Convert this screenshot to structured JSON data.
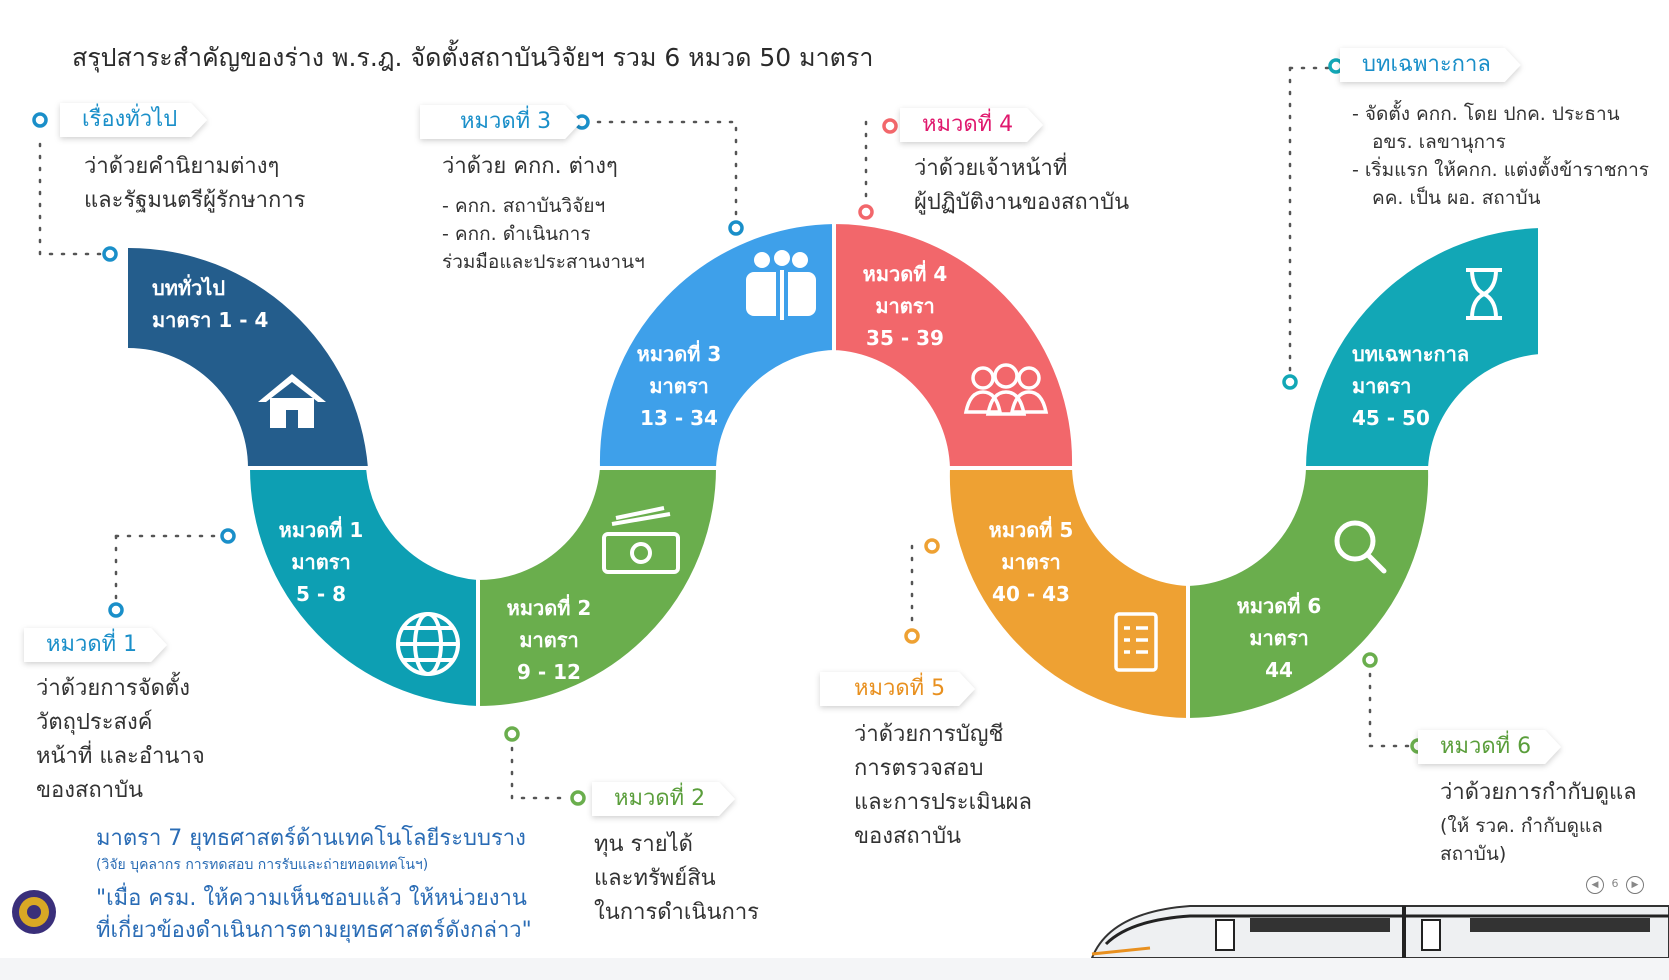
{
  "title": "สรุปสาระสำคัญของร่าง พ.ร.ฎ. จัดตั้งสถาบันวิจัยฯ รวม 6 หมวด 50 มาตรา",
  "colors": {
    "navy": "#245d8c",
    "teal": "#0d9fb3",
    "green": "#6aae4d",
    "blue": "#3ea0ea",
    "red": "#f2676b",
    "orange": "#eea133",
    "cyan": "#12a7b6",
    "tag_blue": "#1a8fc9",
    "tag_pink": "#e0186d",
    "tag_orange": "#e8901f",
    "tag_green": "#5a9e3b"
  },
  "segments": [
    {
      "icon": "house-icon",
      "line1": "บททั่วไป",
      "line2": "มาตรา 1 - 4",
      "line3": ""
    },
    {
      "icon": "globe-icon",
      "line1": "หมวดที่ 1",
      "line2": "มาตรา",
      "line3": "5 - 8"
    },
    {
      "icon": "money-icon",
      "line1": "หมวดที่ 2",
      "line2": "มาตรา",
      "line3": "9 - 12"
    },
    {
      "icon": "people-icon",
      "line1": "หมวดที่ 3",
      "line2": "มาตรา",
      "line3": "13 - 34"
    },
    {
      "icon": "group-icon",
      "line1": "หมวดที่ 4",
      "line2": "มาตรา",
      "line3": "35 - 39"
    },
    {
      "icon": "document-icon",
      "line1": "หมวดที่ 5",
      "line2": "มาตรา",
      "line3": "40 - 43"
    },
    {
      "icon": "search-icon",
      "line1": "หมวดที่ 6",
      "line2": "มาตรา",
      "line3": "44"
    },
    {
      "icon": "hourglass-icon",
      "line1": "บทเฉพาะกาล",
      "line2": "มาตรา",
      "line3": "45 - 50"
    }
  ],
  "callouts": {
    "general": {
      "tag": "เรื่องทั่วไป",
      "lines": [
        "ว่าด้วยคำนิยามต่างๆ",
        "และรัฐมนตรีผู้รักษาการ"
      ]
    },
    "ch1": {
      "tag": "หมวดที่ 1",
      "lines": [
        "ว่าด้วยการจัดตั้ง",
        "วัตถุประสงค์",
        "หน้าที่ และอำนาจ",
        "ของสถาบัน"
      ]
    },
    "ch2": {
      "tag": "หมวดที่ 2",
      "lines": [
        "ทุน รายได้",
        "และทรัพย์สิน",
        "ในการดำเนินการ"
      ]
    },
    "ch3": {
      "tag": "หมวดที่ 3",
      "head": "ว่าด้วย คกก. ต่างๆ",
      "lines": [
        "- คกก. สถาบันวิจัยฯ",
        "- คกก. ดำเนินการ",
        "ร่วมมือและประสานงานฯ"
      ]
    },
    "ch4": {
      "tag": "หมวดที่ 4",
      "lines": [
        "ว่าด้วยเจ้าหน้าที่",
        "ผู้ปฏิบัติงานของสถาบัน"
      ]
    },
    "ch5": {
      "tag": "หมวดที่ 5",
      "lines": [
        "ว่าด้วยการบัญชี",
        "การตรวจสอบ",
        "และการประเมินผล",
        "ของสถาบัน"
      ]
    },
    "ch6": {
      "tag": "หมวดที่ 6",
      "head": "ว่าด้วยการกำกับดูแล",
      "lines": [
        "(ให้ รวค. กำกับดูแล",
        "สถาบัน)"
      ]
    },
    "transitional": {
      "tag": "บทเฉพาะกาล",
      "lines": [
        "- จัดตั้ง คกก. โดย ปกค. ประธาน",
        "อขร. เลขานุการ",
        "- เริ่มแรก ให้คกก. แต่งตั้งข้าราชการ",
        "คค. เป็น ผอ. สถาบัน"
      ]
    }
  },
  "note": {
    "line1": "มาตรา 7 ยุทธศาสตร์ด้านเทคโนโลยีระบบราง",
    "line2": "(วิจัย บุคลากร การทดสอบ การรับและถ่ายทอดเทคโนฯ)",
    "line3": "\"เมื่อ ครม. ให้ความเห็นชอบแล้ว ให้หน่วยงาน",
    "line4": "ที่เกี่ยวข้องดำเนินการตามยุทธศาสตร์ดังกล่าว\""
  },
  "pager": {
    "page": "6"
  }
}
